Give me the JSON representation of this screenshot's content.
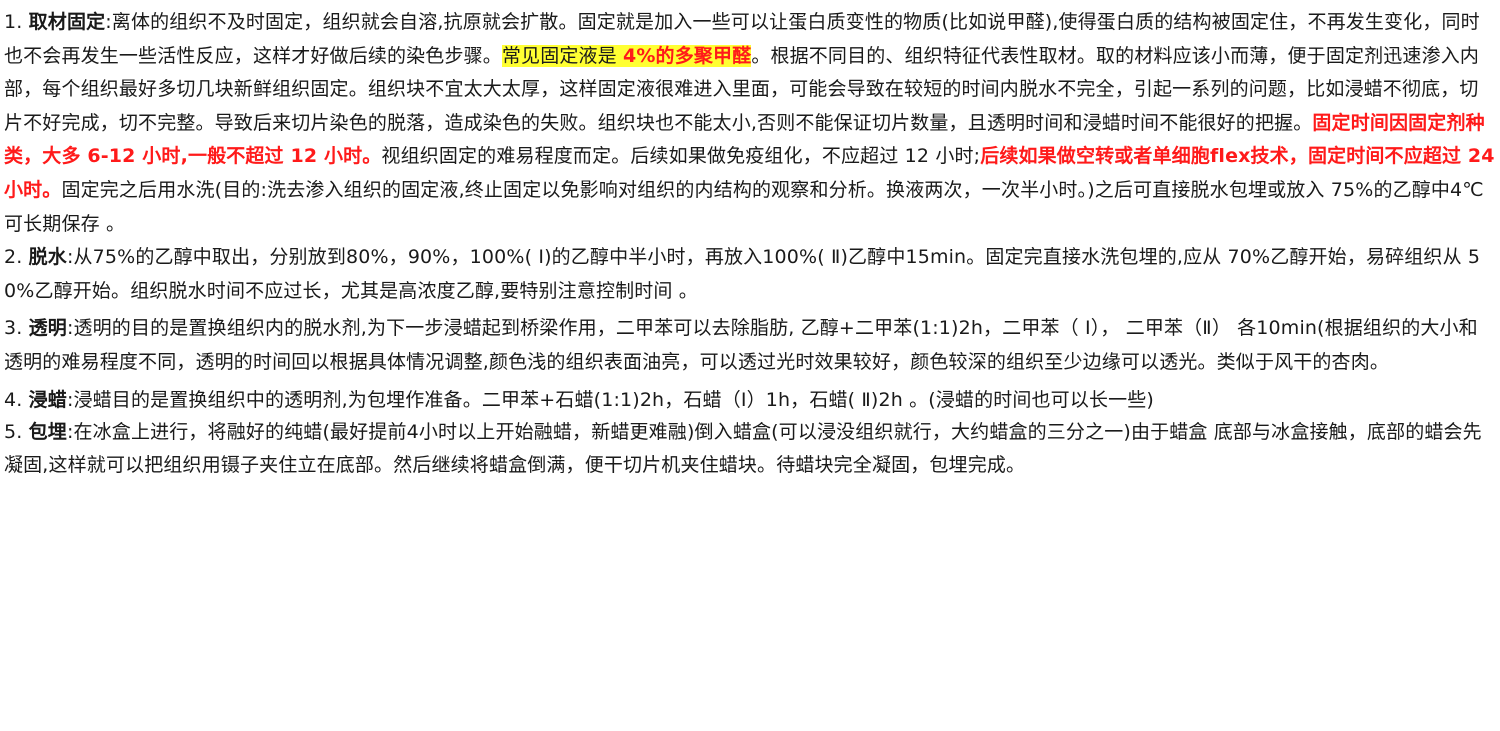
{
  "items": [
    {
      "num": "1.",
      "heading": "取材固定",
      "t1": ":离体的组织不及时固定，组织就会自溶,抗原就会扩散。固定就是加入一些可以让蛋白质变性的物质(比如说甲醛),使得蛋白质的结构被固定住，不再发生变化，同时也不会再发生一些活性反应，这样才好做后续的染色步骤。",
      "hl1": "常见固定液是 ",
      "hl2": "4%的多聚甲醛",
      "t2": "。根据不同目的、组织特征代表性取材。取的材料应该小而薄，便于固定剂迅速渗入内部，每个组织最好多切几块新鲜组织固定。组织块不宜太大太厚，这样固定液很难进入里面，可能会导致在较短的时间内脱水不完全，引起一系列的问题，比如浸蜡不彻底，切片不好完成，切不完整。导致后来切片染色的脱落，造成染色的失败。组织块也不能太小,否则不能保证切片数量，且透明时间和浸蜡时间不能很好的把握。",
      "r1": "固定时间因固定剂种类，大多 6-12 小时,一般不超过 12 小时。",
      "t3": "视组织固定的难易程度而定。后续如果做免疫组化，不应超过 12 小时;",
      "r2": "后续如果做空转或者单细胞flex技术，固定时间不应超过 24 小时。",
      "t4": "固定完之后用水洗(目的:洗去渗入组织的固定液,终止固定以免影响对组织的内结构的观察和分析。换液两次，一次半小时。)之后可直接脱水包埋或放入 75%的乙醇中4℃可长期保存  。"
    },
    {
      "num": "2.",
      "heading": "脱水",
      "text": ":从75%的乙醇中取出，分别放到80%，90%，100%( Ⅰ)的乙醇中半小时，再放入100%( Ⅱ)乙醇中15min。固定完直接水洗包埋的,应从 70%乙醇开始，易碎组织从 50%乙醇开始。组织脱水时间不应过长，尤其是高浓度乙醇,要特别注意控制时间 。"
    },
    {
      "num": "3.",
      "heading": "透明",
      "text": ":透明的目的是置换组织内的脱水剂,为下一步浸蜡起到桥梁作用，二甲苯可以去除脂肪, 乙醇+二甲苯(1:1)2h，二甲苯（ Ⅰ）， 二甲苯（Ⅱ） 各10min(根据组织的大小和透明的难易程度不同，透明的时间回以根据具体情况调整,颜色浅的组织表面油亮，可以透过光时效果较好，颜色较深的组织至少边缘可以透光。类似于风干的杏肉。"
    },
    {
      "num": "4.",
      "heading": "浸蜡",
      "text": ":浸蜡目的是置换组织中的透明剂,为包埋作准备。二甲苯+石蜡(1:1)2h，石蜡（Ⅰ）1h，石蜡( Ⅱ)2h 。(浸蜡的时间也可以长一些)"
    },
    {
      "num": "5.",
      "heading": "包埋",
      "text": ":在冰盒上进行，将融好的纯蜡(最好提前4小时以上开始融蜡，新蜡更难融)倒入蜡盒(可以浸没组织就行，大约蜡盒的三分之一)由于蜡盒 底部与冰盒接触，底部的蜡会先凝固,这样就可以把组织用镊子夹住立在底部。然后继续将蜡盒倒满，便干切片机夹住蜡块。待蜡块完全凝固，包埋完成。"
    }
  ],
  "colors": {
    "emphasis_red": "#ff1a1a",
    "highlight_yellow": "#ffff33",
    "text": "#1a1a1a"
  }
}
